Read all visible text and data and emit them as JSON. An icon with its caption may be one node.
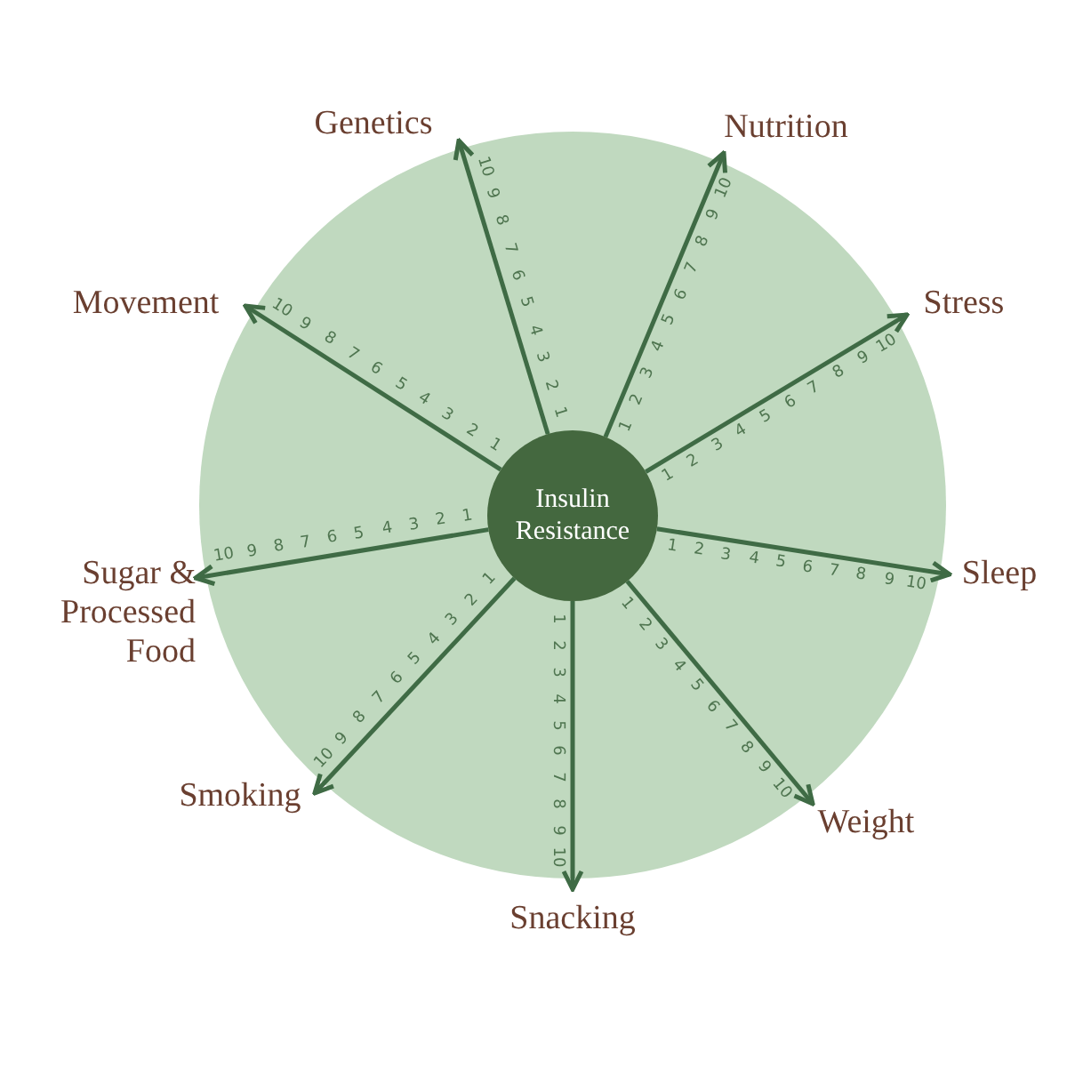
{
  "diagram": {
    "nodes": [
      {
        "text": [
          "Insulin Resistance"
        ]
      },
      {
        "text": [
          "Genetics"
        ]
      },
      {
        "text": [
          "Nutrition"
        ]
      },
      {
        "text": [
          "Stress"
        ]
      },
      {
        "text": [
          "Sleep"
        ]
      },
      {
        "text": [
          "Weight"
        ]
      },
      {
        "text": [
          "Snacking"
        ]
      },
      {
        "text": [
          "Smoking"
        ]
      },
      {
        "text": [
          "Sugar & Processed Food"
        ]
      },
      {
        "text": [
          "Movement"
        ]
      }
    ],
    "edges": [
      {
        "from": 0,
        "to": 1,
        "arrow": "to"
      },
      {
        "from": 0,
        "to": 2,
        "arrow": "to"
      },
      {
        "from": 0,
        "to": 3,
        "arrow": "to"
      },
      {
        "from": 0,
        "to": 4,
        "arrow": "to"
      },
      {
        "from": 0,
        "to": 5,
        "arrow": "to"
      },
      {
        "from": 0,
        "to": 6,
        "arrow": "to"
      },
      {
        "from": 0,
        "to": 7,
        "arrow": "to"
      },
      {
        "from": 0,
        "to": 8,
        "arrow": "to"
      },
      {
        "from": 0,
        "to": 9,
        "arrow": "to"
      }
    ],
    "labels": [
      "1",
      "2",
      "3",
      "4",
      "5",
      "6",
      "7",
      "8",
      "9",
      "10",
      "1",
      "2",
      "3",
      "4",
      "5",
      "6",
      "7",
      "8",
      "9",
      "10",
      "1",
      "2",
      "3",
      "4",
      "5",
      "6",
      "7",
      "8",
      "9",
      "10",
      "1",
      "2",
      "3",
      "4",
      "5",
      "6",
      "7",
      "8",
      "9",
      "10",
      "1",
      "2",
      "3",
      "4",
      "5",
      "6",
      "7",
      "8",
      "9",
      "10",
      "1",
      "2",
      "3",
      "4",
      "5",
      "6",
      "7",
      "8",
      "9",
      "10",
      "1",
      "2",
      "3",
      "4",
      "5",
      "6",
      "7",
      "8",
      "9",
      "10",
      "1",
      "2",
      "3",
      "4",
      "5",
      "6",
      "7",
      "8",
      "9",
      "10",
      "1",
      "2",
      "3",
      "4",
      "5",
      "6",
      "7",
      "8",
      "9",
      "10"
    ]
  }
}
